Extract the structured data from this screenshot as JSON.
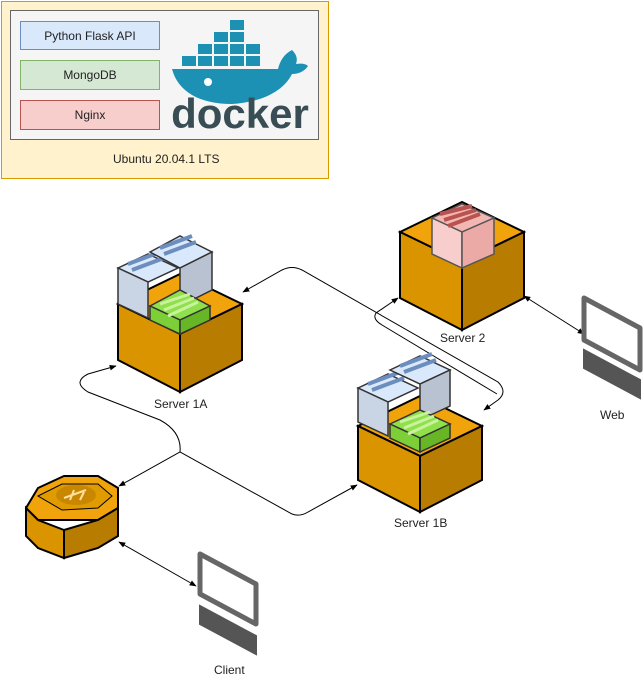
{
  "legend": {
    "host_label": "Ubuntu 20.04.1 LTS",
    "services": [
      {
        "label": "Python Flask API",
        "color": "#dae8fc",
        "border": "#6c8ebf"
      },
      {
        "label": "MongoDB",
        "color": "#d5e8d4",
        "border": "#82b366"
      },
      {
        "label": "Nginx",
        "color": "#f8cecc",
        "border": "#b85450"
      }
    ],
    "docker_wordmark": "docker",
    "host_fill": "#fff2cc",
    "host_border": "#d79b00"
  },
  "nodes": {
    "server_1a": "Server 1A",
    "server_1b": "Server 1B",
    "server_2": "Server 2",
    "web": "Web",
    "client": "Client"
  },
  "colors": {
    "box_front": "#d99400",
    "box_top": "#f0a30a",
    "box_side": "#b87c00",
    "docker_blue": "#1d91b4",
    "docker_text": "#394d54"
  }
}
